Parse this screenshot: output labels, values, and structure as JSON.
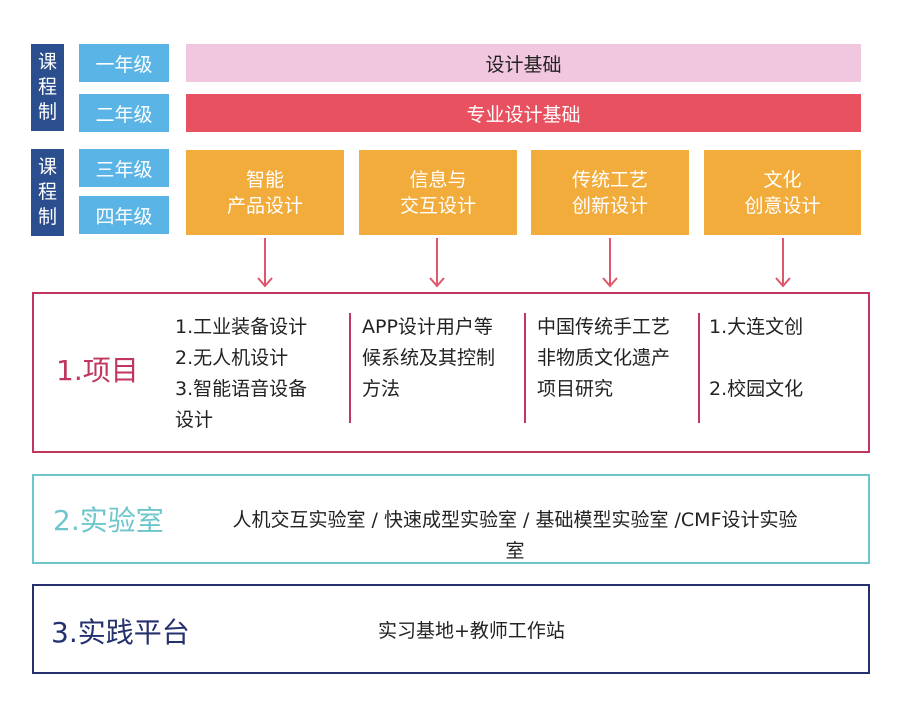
{
  "left_labels": [
    {
      "chars": [
        "课",
        "程",
        "制"
      ]
    },
    {
      "chars": [
        "课",
        "程",
        "制"
      ]
    }
  ],
  "grades": [
    "一年级",
    "二年级",
    "三年级",
    "四年级"
  ],
  "bars": [
    {
      "label": "设计基础",
      "color": "#f1c6df",
      "text_color": "#222222"
    },
    {
      "label": "专业设计基础",
      "color": "#e8515f",
      "text_color": "#ffffff"
    }
  ],
  "courses": [
    {
      "line1": "智能",
      "line2": "产品设计"
    },
    {
      "line1": "信息与",
      "line2": "交互设计"
    },
    {
      "line1": "传统工艺",
      "line2": "创新设计"
    },
    {
      "line1": "文化",
      "line2": "创意设计"
    }
  ],
  "sections": {
    "projects": {
      "title": "1.项目",
      "color": "#c0365e",
      "columns": [
        {
          "lines": [
            "1.工业装备设计",
            "2.无人机设计",
            "3.智能语音设备",
            "设计"
          ]
        },
        {
          "lines": [
            "APP设计用户等",
            "候系统及其控制",
            "方法"
          ]
        },
        {
          "lines": [
            "中国传统手工艺",
            "非物质文化遗产",
            "项目研究"
          ]
        },
        {
          "lines": [
            "1.大连文创",
            "",
            "2.校园文化"
          ]
        }
      ]
    },
    "lab": {
      "title": "2.实验室",
      "color": "#6cc6cc",
      "line1": "人机交互实验室 / 快速成型实验室 / 基础模型实验室 /CMF设计实验",
      "line2": "室"
    },
    "platform": {
      "title": "3.实践平台",
      "color": "#25306e",
      "content": "实习基地+教师工作站"
    }
  },
  "arrow_color": "#e0566a"
}
